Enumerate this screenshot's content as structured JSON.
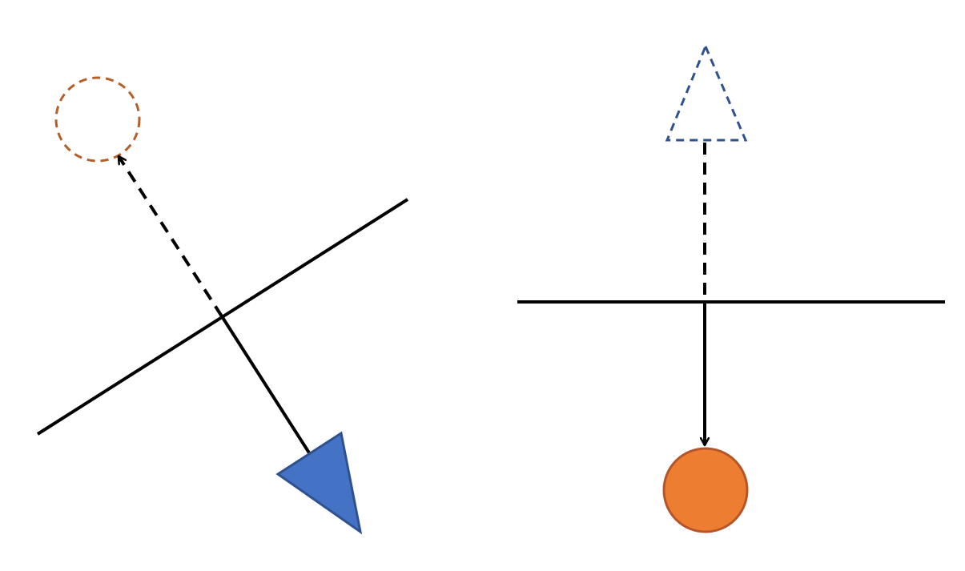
{
  "colors": {
    "background": "#ffffff",
    "line": "#000000",
    "triangle_fill": "#4472c4",
    "triangle_stroke": "#2f528f",
    "circle_fill": "#ed7d31",
    "circle_stroke": "#b5562a",
    "ghost_circle_stroke": "#b5602a",
    "ghost_triangle_stroke": "#2f528f"
  },
  "panels": [
    {
      "name": "rotated-panel",
      "mirror_line": "diagonal",
      "solid_shape": "triangle",
      "ghost_shape": "circle"
    },
    {
      "name": "horizontal-panel",
      "mirror_line": "horizontal",
      "solid_shape": "circle",
      "ghost_shape": "triangle"
    }
  ]
}
